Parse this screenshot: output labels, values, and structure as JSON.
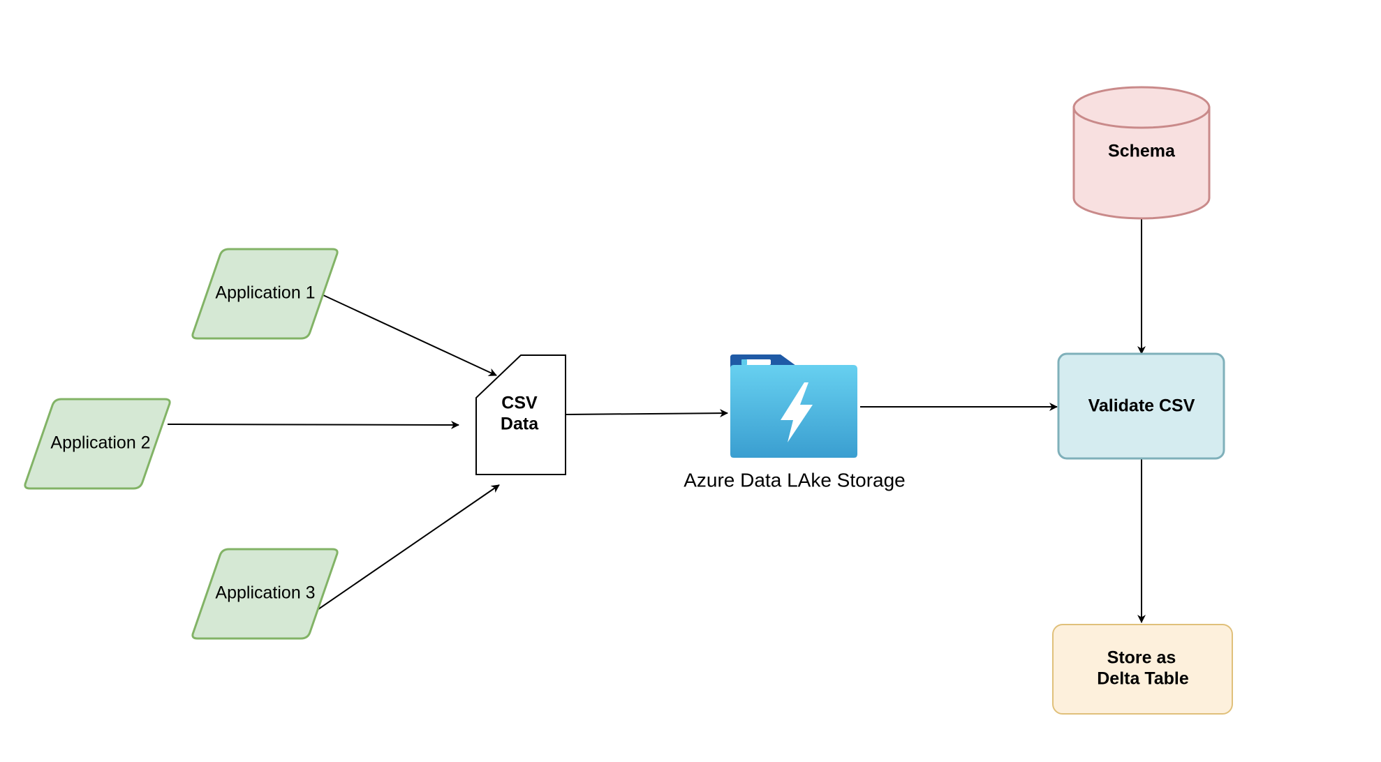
{
  "nodes": {
    "app1": {
      "label": "Application 1"
    },
    "app2": {
      "label": "Application 2"
    },
    "app3": {
      "label": "Application 3"
    },
    "csv": {
      "label_line1": "CSV",
      "label_line2": "Data"
    },
    "storage": {
      "label": "Azure Data LAke Storage",
      "icon": "azure-data-lake-storage-icon"
    },
    "schema": {
      "label": "Schema"
    },
    "validate": {
      "label": "Validate CSV"
    },
    "store": {
      "label_line1": "Store as",
      "label_line2": "Delta Table"
    }
  },
  "colors": {
    "app_fill": "#d5e8d4",
    "app_stroke": "#82b366",
    "schema_fill": "#f8e0e0",
    "schema_stroke": "#c98a8a",
    "validate_fill": "#d5ecf0",
    "validate_stroke": "#7fb0ba",
    "store_fill": "#fdf0dc",
    "store_stroke": "#e0c07a",
    "folder_light": "#5ecbeb",
    "folder_dark": "#1f5aa6"
  }
}
